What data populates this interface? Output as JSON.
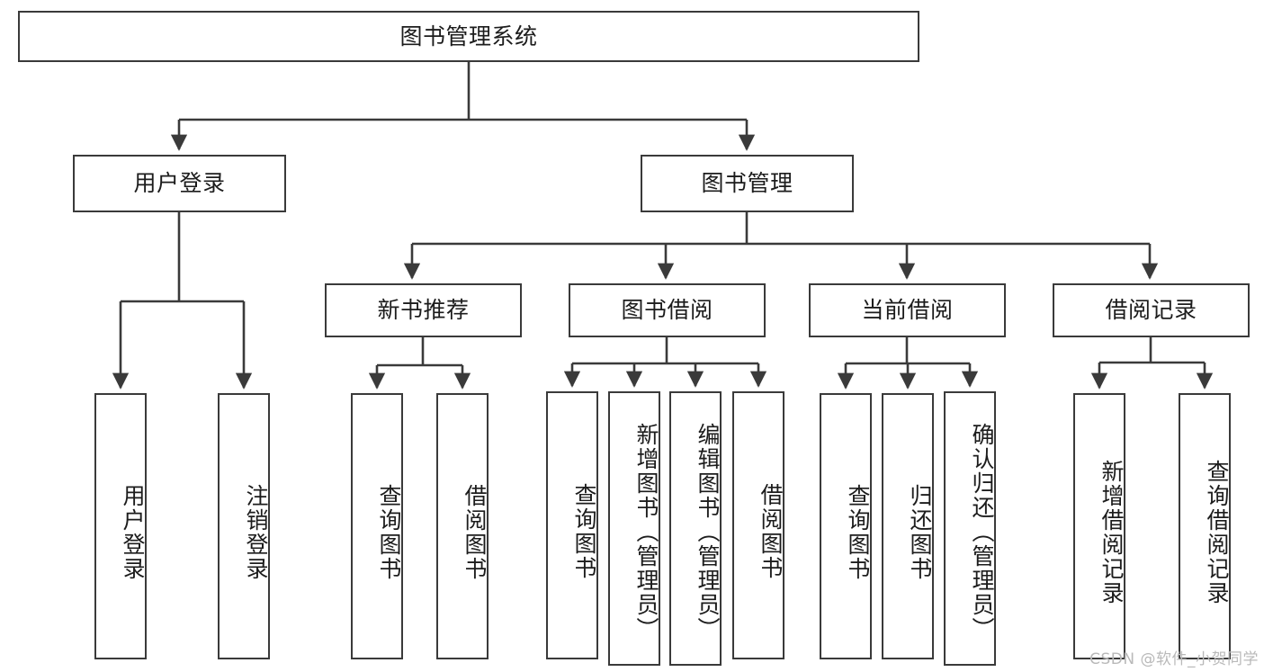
{
  "diagram": {
    "title_node": {
      "label": "图书管理系统"
    },
    "level2": [
      {
        "id": "user-login",
        "label": "用户登录"
      },
      {
        "id": "book-management",
        "label": "图书管理"
      }
    ],
    "level3": [
      {
        "id": "new-book-recommend",
        "label": "新书推荐"
      },
      {
        "id": "book-borrow",
        "label": "图书借阅"
      },
      {
        "id": "current-borrow",
        "label": "当前借阅"
      },
      {
        "id": "borrow-record",
        "label": "借阅记录"
      }
    ],
    "leaves": {
      "user_login": [
        {
          "id": "leaf-user-login",
          "label": "用户登录"
        },
        {
          "id": "leaf-logout-login",
          "label": "注销登录"
        }
      ],
      "new_book_recommend": [
        {
          "id": "leaf-query-book-1",
          "label": "查询图书"
        },
        {
          "id": "leaf-borrow-book-1",
          "label": "借阅图书"
        }
      ],
      "book_borrow": [
        {
          "id": "leaf-query-book-2",
          "label": "查询图书"
        },
        {
          "id": "leaf-add-book",
          "label": "新增图书（管理员）"
        },
        {
          "id": "leaf-edit-book",
          "label": "编辑图书（管理员）"
        },
        {
          "id": "leaf-borrow-book-2",
          "label": "借阅图书"
        }
      ],
      "current_borrow": [
        {
          "id": "leaf-query-book-3",
          "label": "查询图书"
        },
        {
          "id": "leaf-return-book",
          "label": "归还图书"
        },
        {
          "id": "leaf-confirm-return",
          "label": "确认归还（管理员）"
        }
      ],
      "borrow_record": [
        {
          "id": "leaf-add-record",
          "label": "新增借阅记录"
        },
        {
          "id": "leaf-query-record",
          "label": "查询借阅记录"
        }
      ]
    }
  },
  "watermark": {
    "text": "CSDN @软件_小贺同学"
  },
  "colors": {
    "stroke": "#3a3a3a",
    "box_fill": "#ffffff",
    "text": "#1c1c1c",
    "watermark": "#b9b9b9",
    "page_bg": "#ffffff"
  }
}
